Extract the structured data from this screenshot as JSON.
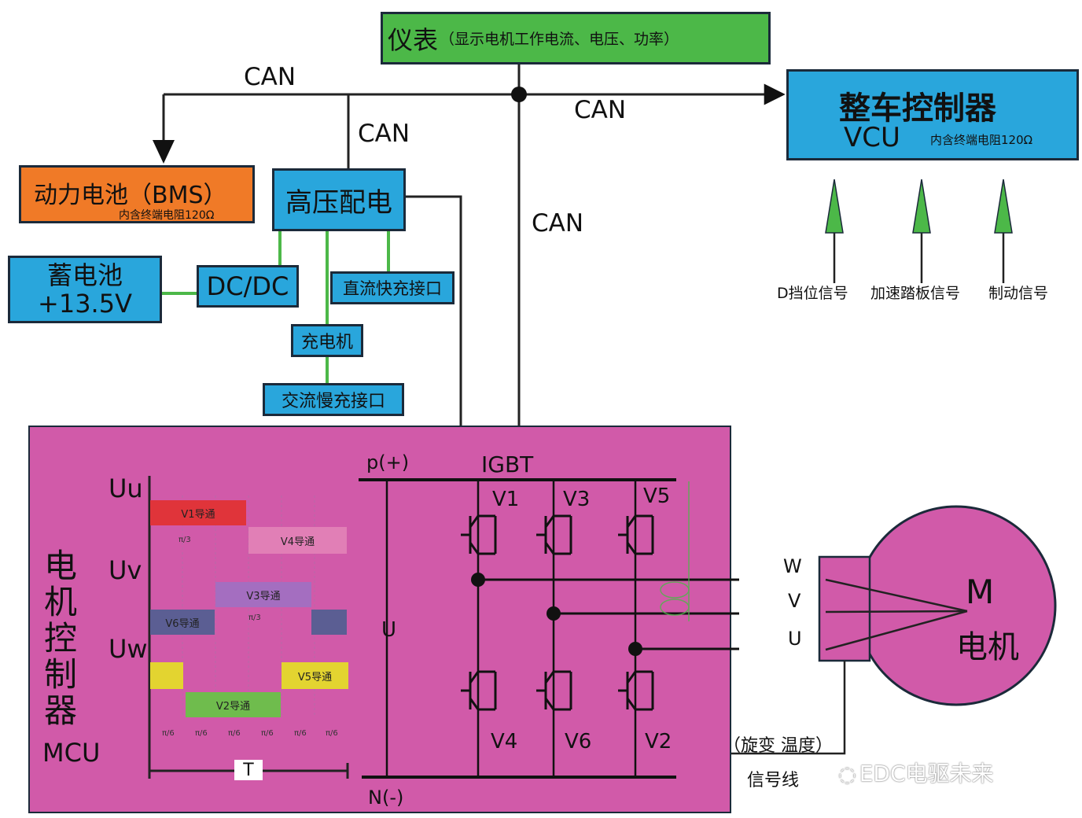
{
  "meter": {
    "title": "仪表",
    "subtitle": "（显示电机工作电流、电压、功率）"
  },
  "can_labels": {
    "top_left": "CAN",
    "mid_left": "CAN",
    "to_vcu": "CAN",
    "down": "CAN"
  },
  "vcu": {
    "title": "整车控制器",
    "code": "VCU",
    "note": "内含终端电阻120Ω"
  },
  "bms": {
    "title": "动力电池（BMS）",
    "note": "内含终端电阻120Ω"
  },
  "hv": {
    "title": "高压配电"
  },
  "battery12": {
    "line1": "蓄电池",
    "line2": "+13.5V"
  },
  "dcdc": {
    "title": "DC/DC"
  },
  "dc_fast": {
    "title": "直流快充接口"
  },
  "charger": {
    "title": "充电机"
  },
  "ac_slow": {
    "title": "交流慢充接口"
  },
  "vcu_inputs": {
    "gear": "D挡位信号",
    "accel": "加速踏板信号",
    "brake": "制动信号"
  },
  "mcu": {
    "title_chars": [
      "电",
      "机",
      "控",
      "制",
      "器"
    ],
    "code": "MCU",
    "u_labels": {
      "uu": "Uu",
      "uv": "Uv",
      "uw": "Uw"
    },
    "phases": {
      "v1": "V1导通",
      "v4": "V4导通",
      "v3": "V3导通",
      "v6": "V6导通",
      "v5": "V5导通",
      "v2": "V2导通"
    },
    "frac_pi3": "π/3",
    "frac_pi6": "π/6",
    "period": "T",
    "p_plus": "p(+)",
    "n_minus": "N(-)",
    "igbt": "IGBT",
    "dc_u": "U",
    "switches": {
      "v1": "V1",
      "v3": "V3",
      "v5": "V5",
      "v4": "V4",
      "v6": "V6",
      "v2": "V2"
    },
    "phase_out": {
      "w": "W",
      "v": "V",
      "u": "U"
    }
  },
  "motor": {
    "letter": "M",
    "name": "电机"
  },
  "signal_line": {
    "line1": "（旋变  温度）",
    "line2": "信号线"
  },
  "watermark": "EDC电驱未来",
  "colors": {
    "blue": "#29a6dc",
    "green": "#4cb848",
    "orange": "#f07a27",
    "pink": "#d15aa9"
  }
}
